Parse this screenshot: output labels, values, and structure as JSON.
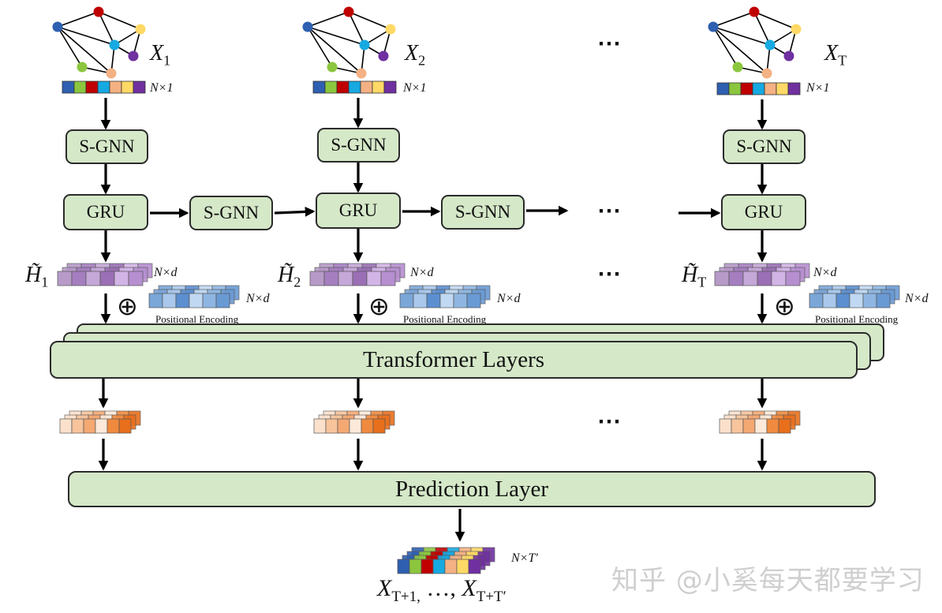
{
  "inputs": [
    {
      "x_label": "X",
      "x_sub": "1",
      "dim": "N×1",
      "h_label": "H̃",
      "h_sub": "1"
    },
    {
      "x_label": "X",
      "x_sub": "2",
      "dim": "N×1",
      "h_label": "H̃",
      "h_sub": "2"
    },
    {
      "x_label": "X",
      "x_sub": "T",
      "dim": "N×1",
      "h_label": "H̃",
      "h_sub": "T"
    }
  ],
  "modules": {
    "sgnn": "S-GNN",
    "gru": "GRU",
    "transformer": "Transformer Layers",
    "prediction": "Prediction Layer"
  },
  "embedding_dim": "N×d",
  "positional_encoding": "Positional Encoding",
  "oplus": "⊕",
  "ellipsis": "⋯",
  "output": {
    "dim": "N×T′",
    "label_a": "X",
    "sub_a": "T+1,",
    "mid": " …, ",
    "label_b": "X",
    "sub_b": "T+T′"
  },
  "watermark": "知乎 @小奚每天都要学习",
  "colors": {
    "box_fill": "#d5e8c8",
    "node_palette": [
      "#2e5fb0",
      "#8cc63f",
      "#c00000",
      "#17a9e1",
      "#f4b183",
      "#ffd966",
      "#7030a0"
    ],
    "purple_cells": [
      "#b79ac8",
      "#a57ec0",
      "#c5a8d8",
      "#9a6fb5",
      "#d2b4e6",
      "#b68fd0"
    ],
    "blue_cells": [
      "#7aa6d8",
      "#a9c8ec",
      "#5b8fcf",
      "#c0d8f2",
      "#8fb6e2",
      "#6a9ad4"
    ],
    "orange_cells": [
      "#fbe1cc",
      "#f7c49c",
      "#f4a872",
      "#fde9d9",
      "#f08a3e",
      "#e86f1c"
    ]
  }
}
